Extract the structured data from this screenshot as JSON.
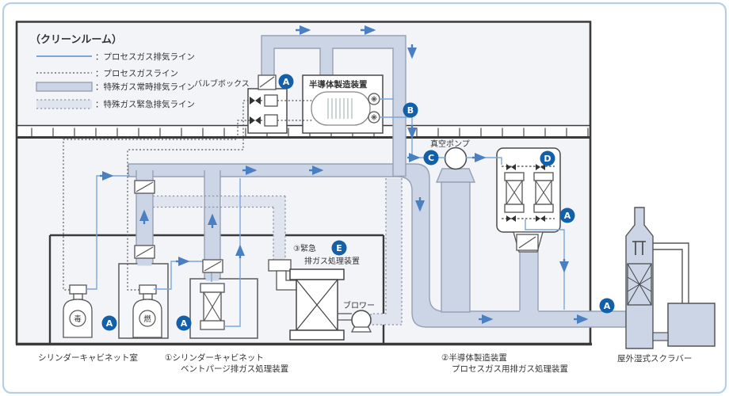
{
  "legend": {
    "title": "（クリーンルーム）",
    "items": [
      {
        "label": "：プロセスガス排気ライン",
        "swatch": "thin-blue-line"
      },
      {
        "label": "：プロセスガスライン",
        "swatch": "dotted-line"
      },
      {
        "label": "：特殊ガス常時排気ライン",
        "swatch": "filled-duct-band"
      },
      {
        "label": "：特殊ガス緊急排気ライン",
        "swatch": "dotted-duct-band"
      }
    ]
  },
  "cleanroom": {
    "valve_box": "バルブボックス",
    "equipment": "半導体製造装置"
  },
  "lower": {
    "vacuum_pump": "真空ポンプ",
    "blower": "ブロワー",
    "emergency1": "③緊急",
    "emergency2": "排ガス処理装置"
  },
  "footer": {
    "cylinder_room": "シリンダーキャビネット室",
    "cabinet1": "①シリンダーキャビネット",
    "cabinet2": "ベントパージ排ガス処理装置",
    "semi1": "②半導体製造装置",
    "semi2": "プロセスガス用排ガス処理装置",
    "scrubber": "屋外湿式スクラバー"
  },
  "badges": {
    "a": "A",
    "b": "B",
    "c": "C",
    "d": "D",
    "e": "E"
  },
  "cylinders": {
    "mark1": "毒",
    "mark2": "燃"
  },
  "colors": {
    "duct_fill": "#ccd5e6",
    "duct_stroke": "#97a1b4",
    "emergency_band_fill": "#dfe4ef",
    "process_line_blue": "#7aa7d9",
    "arrow_blue": "#4a7fc1",
    "badge_blue": "#1460a8",
    "wall_dark": "#3a3a3a",
    "frame_border": "#b5d0e6"
  }
}
